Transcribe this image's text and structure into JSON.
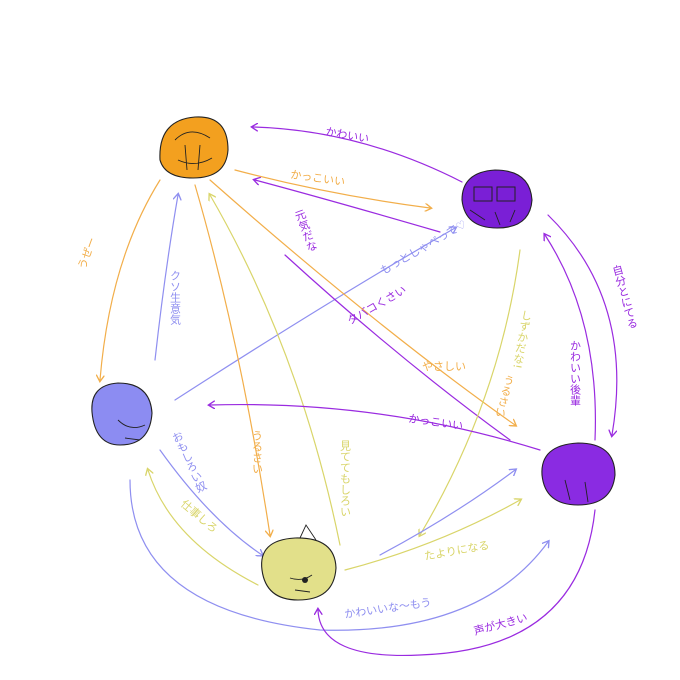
{
  "colors": {
    "orange": "#f3a01f",
    "purple": "#7a1fd6",
    "blue": "#8c8cf2",
    "yellow": "#e2e08a",
    "violet": "#8a2be2",
    "line_blue": "#8f8ff0",
    "line_orange": "#f2ae4a",
    "line_yellow": "#d9d56a",
    "line_purple": "#9a2be0"
  },
  "labels": {
    "kawaii_top": "かわいい",
    "kakkoii_top": "かっこいい",
    "genki": "元気だな",
    "motto": "もっとしゃべって♡",
    "tabako": "タバコくさい",
    "yasashii": "やさしい",
    "uzee": "うぜー",
    "kuso": "クソ生意気",
    "urusai_mid": "うるさい",
    "shizuka": "しずかだな!",
    "jibun": "自分とにてる",
    "kawaii_kouhai": "かわいい後輩",
    "kakkoii_mid": "かっこいい",
    "omoshiroi": "おもしろい奴",
    "urusai_left": "うるさい",
    "mitete": "見ててもしろい",
    "jouzu": "仕事しろ",
    "tayori": "たよりになる",
    "kawaii_na": "かわいいな～もう",
    "koe": "声が大きい"
  }
}
